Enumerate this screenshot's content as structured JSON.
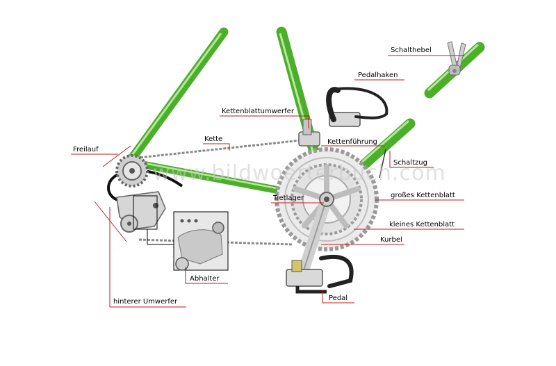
{
  "watermark": "www.bildwoerterbuch.com",
  "colors": {
    "frame": "#4caf2a",
    "frame_highlight": "#b9e6a2",
    "leader": "#c41a1a",
    "metal": "#d9d9d9",
    "metal_dark": "#8c8c8c"
  },
  "labels": {
    "schalthebel": "Schalthebel",
    "pedalhaken": "Pedalhaken",
    "kettenblattumwerfer": "Kettenblattumwerfer",
    "kette": "Kette",
    "kettenfuehrung": "Kettenführung",
    "freilauf": "Freilauf",
    "schaltzug": "Schaltzug",
    "tretlager": "Tretlager",
    "grosses_kettenblatt": "großes Kettenblatt",
    "kleines_kettenblatt": "kleines Kettenblatt",
    "kurbel": "Kurbel",
    "abhalter": "Abhalter",
    "pedal": "Pedal",
    "hinterer_umwerfer": "hinterer Umwerfer"
  }
}
